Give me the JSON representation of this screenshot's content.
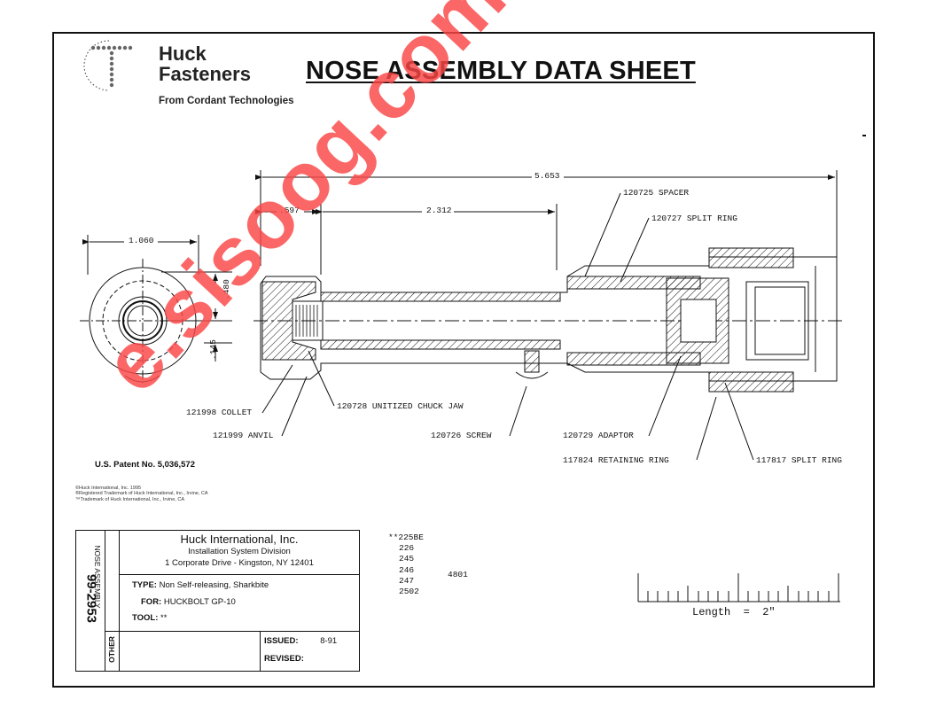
{
  "header": {
    "brand_line1": "Huck",
    "brand_line2": "Fasteners",
    "brand_sub": "From Cordant Technologies",
    "title": "NOSE ASSEMBLY DATA SHEET"
  },
  "dimensions": {
    "overall": "5.653",
    "d597": ".597",
    "d2312": "2.312",
    "d1060": "1.060",
    "d480": ".480",
    "d145": ".145"
  },
  "callouts": {
    "spacer": "120725 SPACER",
    "split_ring": "120727 SPLIT RING",
    "collet": "121998 COLLET",
    "chuck_jaw": "120728 UNITIZED CHUCK JAW",
    "anvil": "121999 ANVIL",
    "screw": "120726 SCREW",
    "adaptor": "120729 ADAPTOR",
    "retaining_ring": "117824 RETAINING RING",
    "split_ring_2": "117817 SPLIT RING"
  },
  "patent": "U.S. Patent No. 5,036,572",
  "copyright": [
    "©Huck International, Inc. 1995",
    "®Registered Trademark of Huck International, Inc., Irvine, CA",
    "™Trademark of Huck International, Inc., Irvine, CA"
  ],
  "title_block": {
    "doc_number": "99-2953",
    "vertical_label": "NOSE ASSEMBLY",
    "other_label": "OTHER",
    "company": "Huck International, Inc.",
    "division": "Installation System Division",
    "address": "1 Corporate Drive - Kingston, NY  12401",
    "type_label": "TYPE:",
    "type_value": "Non Self-releasing, Sharkbite",
    "for_label": "FOR:",
    "for_value": "HUCKBOLT GP-10",
    "tool_label": "TOOL:",
    "tool_value": "**",
    "issued_label": "ISSUED:",
    "issued_value": "8-91",
    "revised_label": "REVISED:",
    "revised_value": ""
  },
  "tool_codes": [
    "**225BE",
    "226",
    "245",
    "246",
    "247",
    "2502"
  ],
  "tool_code_extra": "4801",
  "scale": {
    "label": "Length  =  2\""
  },
  "watermark": "e.sisoog.com",
  "colors": {
    "watermark": "#f84646",
    "ink": "#111111"
  }
}
